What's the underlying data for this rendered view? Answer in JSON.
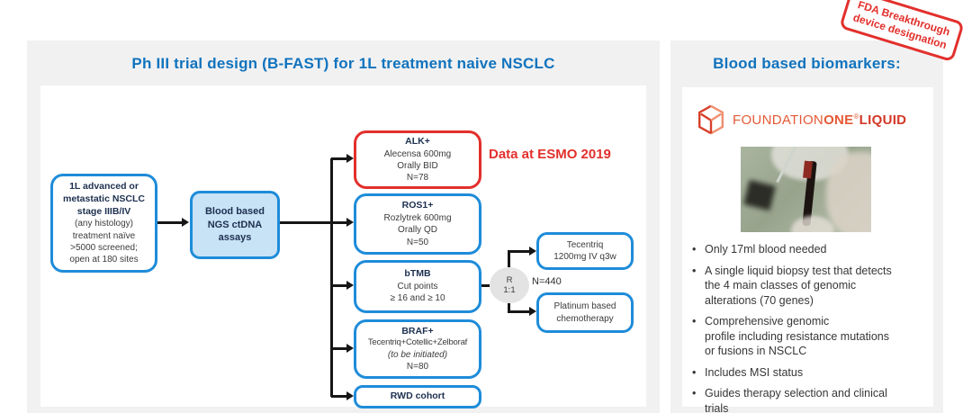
{
  "stamp": {
    "line1": "FDA Breakthrough",
    "line2": "device designation"
  },
  "colors": {
    "accent_blue": "#1173bd",
    "box_border_blue": "#1e8cd9",
    "alert_red": "#e2302c",
    "assay_fill_blue": "#c8e2f6",
    "logo_orange": "#e55a36",
    "panel_gray": "#f1f1f2"
  },
  "left_panel": {
    "title": "Ph III trial design (B-FAST) for 1L treatment naive NSCLC",
    "flowchart": {
      "patient_box": {
        "title": "1L advanced or metastatic NSCLC stage IIIB/IV",
        "line1": "(any histology)",
        "line2": "treatment naïve",
        "line3": ">5000 screened;",
        "line4": "open at 180 sites"
      },
      "assay_box": {
        "title": "Blood based NGS ctDNA assays"
      },
      "cohorts": [
        {
          "title": "ALK+",
          "line1": "Alecensa 600mg",
          "line2": "Orally BID",
          "line3": "N=78"
        },
        {
          "title": "ROS1+",
          "line1": "Rozlytrek 600mg",
          "line2": "Orally QD",
          "line3": "N=50"
        },
        {
          "title": "bTMB",
          "line1": "Cut points",
          "line2": "≥ 16 and ≥ 10"
        },
        {
          "title": "BRAF+",
          "line1": "Tecentriq+Cotellic+Zelboraf",
          "line2": "(to be initiated)",
          "line3": "N=80"
        },
        {
          "title": "RWD cohort"
        }
      ],
      "esmo_note": "Data at ESMO 2019",
      "randomization": {
        "label": "R",
        "ratio": "1:1",
        "n_label": "N=440"
      },
      "arm_top": {
        "line1": "Tecentriq",
        "line2": "1200mg IV q3w"
      },
      "arm_bottom": {
        "line1": "Platinum based",
        "line2": "chemotherapy"
      }
    }
  },
  "right_panel": {
    "title": "Blood based biomarkers:",
    "logo": {
      "part1": "FOUNDATION",
      "part2": "ONE",
      "reg": "®",
      "part3": "LIQUID"
    },
    "bullets": [
      "Only 17ml blood needed",
      "A single liquid biopsy test that detects\nthe 4 main classes of genomic\nalterations (70 genes)",
      "Comprehensive genomic\nprofile including resistance mutations\nor fusions in NSCLC",
      "Includes MSI status",
      "Guides therapy selection and clinical\ntrials"
    ]
  }
}
